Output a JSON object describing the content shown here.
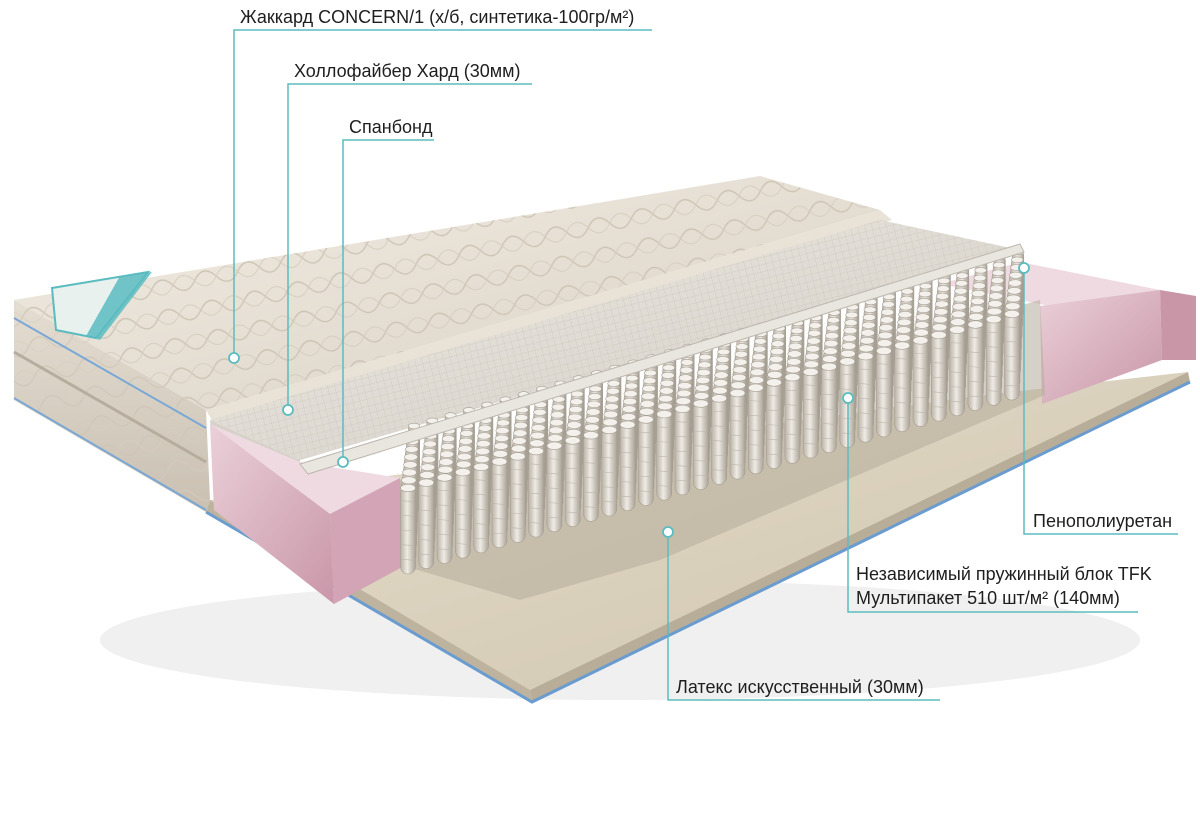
{
  "labels": {
    "jacquard": "Жаккард CONCERN/1 (х/б, синтетика-100гр/м²)",
    "hollofiber": "Холлофайбер Хард (30мм)",
    "spunbond": "Спанбонд",
    "polyurethane": "Пенополиуретан",
    "spring_block_line1": "Независимый пружинный блок TFK",
    "spring_block_line2": "Мультипакет 510 шт/м²  (140мм)",
    "latex": "Латекс искусственный (30мм)"
  },
  "colors": {
    "callout_line": "#5bbcc0",
    "jacquard": "#ece6dc",
    "foam_pink": "#dcb2c0",
    "latex_beige": "#ddd4c0",
    "spring": "#d2ccc2",
    "trim_blue": "#6a9cd0"
  }
}
